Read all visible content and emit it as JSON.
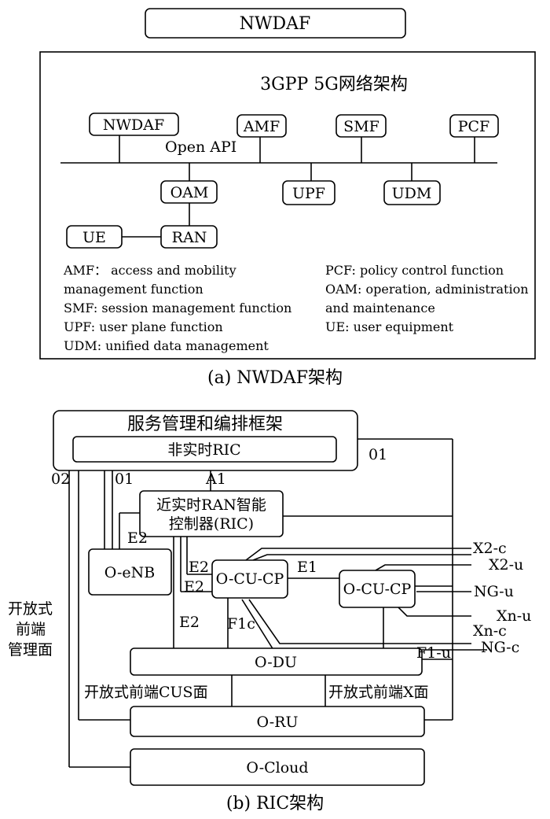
{
  "top": {
    "nwdaf": "NWDAF"
  },
  "arch5g": {
    "title": "3GPP 5G网络架构",
    "open_api": "Open API",
    "nodes": {
      "nwdaf": "NWDAF",
      "amf": "AMF",
      "smf": "SMF",
      "pcf": "PCF",
      "oam": "OAM",
      "upf": "UPF",
      "udm": "UDM",
      "ue": "UE",
      "ran": "RAN"
    },
    "legend_left": [
      "AMF： access and mobility",
      "management function",
      "SMF:  session management function",
      "UPF:  user plane function",
      "UDM: unified data management"
    ],
    "legend_right": [
      "PCF: policy control function",
      "OAM: operation, administration",
      "and maintenance",
      "UE: user equipment"
    ]
  },
  "caption_a": "(a) NWDAF架构",
  "ric": {
    "smo": "服务管理和编排框架",
    "non_rt_ric": "非实时RIC",
    "near_rt_ric_1": "近实时RAN智能",
    "near_rt_ric_2": "控制器(RIC)",
    "o_enb": "O-eNB",
    "o_cu_cp_1": "O-CU-CP",
    "o_cu_cp_2": "O-CU-CP",
    "o_du": "O-DU",
    "o_ru": "O-RU",
    "o_cloud": "O-Cloud",
    "fronthaul_mgmt": [
      "开放式",
      "前端",
      "管理面"
    ],
    "fronthaul_cus": "开放式前端CUS面",
    "fronthaul_x": "开放式前端X面",
    "if_labels": {
      "o1_right": "01",
      "o2": "02",
      "o1_left": "01",
      "a1": "A1",
      "e2_enb": "E2",
      "e2_cu_a": "E2",
      "e2_cu_b": "E2",
      "e2_du": "E2",
      "e1": "E1",
      "f1c": "F1c",
      "f1u": "F1-u",
      "x2c": "X2-c",
      "x2u": "X2-u",
      "ngu": "NG-u",
      "xnu": "Xn-u",
      "xnc": "Xn-c",
      "ngc": "NG-c"
    }
  },
  "caption_b": "(b) RIC架构"
}
